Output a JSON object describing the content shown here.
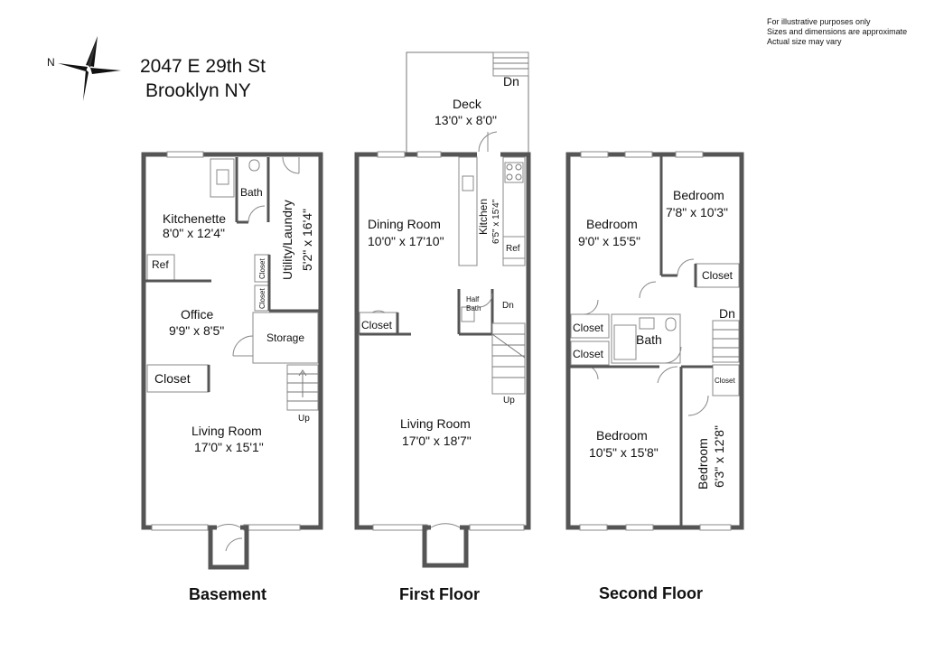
{
  "header": {
    "address_line1": "2047 E 29th St",
    "address_line2": "Brooklyn NY",
    "compass_label": "N"
  },
  "disclaimer": [
    "For illustrative purposes only",
    "Sizes and dimensions are approximate",
    "Actual size may vary"
  ],
  "floors": {
    "basement": {
      "title": "Basement",
      "kitchenette": {
        "name": "Kitchenette",
        "size": "8'0\" x 12'4\""
      },
      "bath": "Bath",
      "utility": {
        "name": "Utility/Laundry",
        "size": "5'2\" x 16'4\""
      },
      "ref": "Ref",
      "closet_small_1": "Closet",
      "closet_small_2": "Closet",
      "office": {
        "name": "Office",
        "size": "9'9\" x 8'5\""
      },
      "storage": "Storage",
      "closet": "Closet",
      "up": "Up",
      "living": {
        "name": "Living Room",
        "size": "17'0\" x 15'1\""
      }
    },
    "first": {
      "title": "First Floor",
      "deck": {
        "name": "Deck",
        "size": "13'0\" x 8'0\""
      },
      "deck_dn": "Dn",
      "dining": {
        "name": "Dining Room",
        "size": "10'0\" x 17'10\""
      },
      "kitchen": {
        "name": "Kitchen",
        "size": "6'5\" x 15'4\""
      },
      "ref": "Ref",
      "half_bath_1": "Half",
      "half_bath_2": "Bath",
      "dn": "Dn",
      "closet": "Closet",
      "up": "Up",
      "living": {
        "name": "Living Room",
        "size": "17'0\" x 18'7\""
      }
    },
    "second": {
      "title": "Second Floor",
      "bedroom1": {
        "name": "Bedroom",
        "size": "9'0\" x 15'5\""
      },
      "bedroom2": {
        "name": "Bedroom",
        "size": "7'8\" x 10'3\""
      },
      "closet_r": "Closet",
      "dn": "Dn",
      "closet_l1": "Closet",
      "closet_l2": "Closet",
      "bath": "Bath",
      "closet_r2": "Closet",
      "bedroom3": {
        "name": "Bedroom",
        "size": "10'5\" x 15'8\""
      },
      "bedroom4": {
        "name": "Bedroom",
        "size": "6'3\" x 12'8\""
      }
    }
  }
}
